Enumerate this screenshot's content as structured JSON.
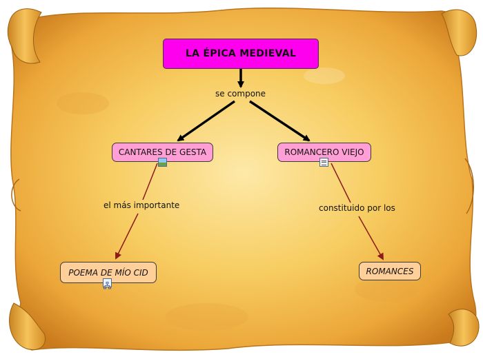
{
  "title": "LA ÉPICA MEDIEVAL",
  "nodes": {
    "cantares": "CANTARES DE GESTA",
    "romancero": "ROMANCERO VIEJO",
    "poema": "POEMA DE MÍO CID",
    "romances": "ROMANCES"
  },
  "links": {
    "compone": "se compone",
    "importante": "el más importante",
    "constituido": "constituido por los"
  },
  "icons": [
    "image-resource-icon",
    "document-resource-icon",
    "concept-map-resource-icon"
  ],
  "colors": {
    "root_fill": "#ff00ee",
    "concept_fill": "#ff9fd6",
    "leaf_fill": "#ffcf99",
    "root_arrow": "#000000",
    "leaf_arrow": "#8b1a1a"
  }
}
